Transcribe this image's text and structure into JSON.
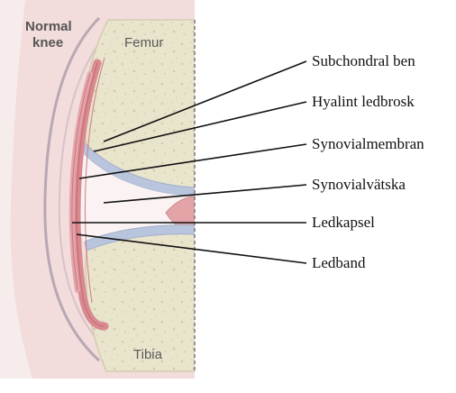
{
  "panel_title": [
    "Normal",
    "knee"
  ],
  "bones": {
    "upper": "Femur",
    "lower": "Tibia"
  },
  "callouts": [
    {
      "id": "subchondral-bone",
      "label": "Subchondral ben"
    },
    {
      "id": "hyaline-cartilage",
      "label": "Hyalint ledbrosk"
    },
    {
      "id": "synovial-membrane",
      "label": "Synovialmembran"
    },
    {
      "id": "synovial-fluid",
      "label": "Synovialvätska"
    },
    {
      "id": "joint-capsule",
      "label": "Ledkapsel"
    },
    {
      "id": "ligament",
      "label": "Ledband"
    }
  ],
  "colors": {
    "soft_tissue": "#f2dcdc",
    "capsule_outline": "#b8a8b2",
    "bone": "#e9e4cc",
    "bone_edge": "#d4ccae",
    "cartilage": "#b9c5dc",
    "ligament": "#d98a90",
    "meniscus": "#e3a4a8",
    "midline": "#6e6e6e",
    "leader_lines": "#111111"
  }
}
